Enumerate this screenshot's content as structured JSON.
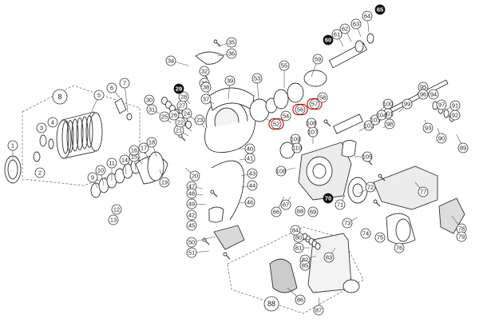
{
  "diagram": {
    "part_labels": [
      {
        "n": "1"
      },
      {
        "n": "2"
      },
      {
        "n": "3"
      },
      {
        "n": "4"
      },
      {
        "n": "5"
      },
      {
        "n": "6"
      },
      {
        "n": "7"
      },
      {
        "n": "8"
      },
      {
        "n": "9"
      },
      {
        "n": "10"
      },
      {
        "n": "11"
      },
      {
        "n": "12"
      },
      {
        "n": "13"
      },
      {
        "n": "14"
      },
      {
        "n": "15"
      },
      {
        "n": "16"
      },
      {
        "n": "17"
      },
      {
        "n": "18"
      },
      {
        "n": "19"
      },
      {
        "n": "20"
      },
      {
        "n": "21"
      },
      {
        "n": "22"
      },
      {
        "n": "23"
      },
      {
        "n": "24"
      },
      {
        "n": "25"
      },
      {
        "n": "26"
      },
      {
        "n": "27"
      },
      {
        "n": "28"
      },
      {
        "n": "29"
      },
      {
        "n": "30"
      },
      {
        "n": "31"
      },
      {
        "n": "32"
      },
      {
        "n": "33"
      },
      {
        "n": "34"
      },
      {
        "n": "35"
      },
      {
        "n": "36"
      },
      {
        "n": "37"
      },
      {
        "n": "38"
      },
      {
        "n": "39"
      },
      {
        "n": "40"
      },
      {
        "n": "41"
      },
      {
        "n": "42"
      },
      {
        "n": "43"
      },
      {
        "n": "44"
      },
      {
        "n": "45"
      },
      {
        "n": "46"
      },
      {
        "n": "47"
      },
      {
        "n": "48"
      },
      {
        "n": "49"
      },
      {
        "n": "50"
      },
      {
        "n": "51"
      },
      {
        "n": "52"
      },
      {
        "n": "53"
      },
      {
        "n": "54"
      },
      {
        "n": "55"
      },
      {
        "n": "56"
      },
      {
        "n": "57"
      },
      {
        "n": "58"
      },
      {
        "n": "59"
      },
      {
        "n": "60"
      },
      {
        "n": "61"
      },
      {
        "n": "62"
      },
      {
        "n": "63"
      },
      {
        "n": "64"
      },
      {
        "n": "65"
      },
      {
        "n": "66"
      },
      {
        "n": "67"
      },
      {
        "n": "68"
      },
      {
        "n": "69"
      },
      {
        "n": "70"
      },
      {
        "n": "71"
      },
      {
        "n": "72"
      },
      {
        "n": "73"
      },
      {
        "n": "74"
      },
      {
        "n": "75"
      },
      {
        "n": "76"
      },
      {
        "n": "77"
      },
      {
        "n": "78"
      },
      {
        "n": "79"
      },
      {
        "n": "80"
      },
      {
        "n": "81"
      },
      {
        "n": "82"
      },
      {
        "n": "83"
      },
      {
        "n": "84"
      },
      {
        "n": "85"
      },
      {
        "n": "86"
      },
      {
        "n": "87"
      },
      {
        "n": "88"
      },
      {
        "n": "89"
      },
      {
        "n": "90"
      },
      {
        "n": "91"
      },
      {
        "n": "92"
      },
      {
        "n": "93"
      },
      {
        "n": "94"
      },
      {
        "n": "95"
      },
      {
        "n": "96"
      },
      {
        "n": "97"
      },
      {
        "n": "98"
      },
      {
        "n": "99"
      },
      {
        "n": "100"
      },
      {
        "n": "101"
      },
      {
        "n": "102"
      },
      {
        "n": "103"
      },
      {
        "n": "104"
      },
      {
        "n": "105"
      },
      {
        "n": "106"
      },
      {
        "n": "107"
      },
      {
        "n": "108"
      },
      {
        "n": "109"
      },
      {
        "n": "110"
      }
    ],
    "highlighted_labels": [
      "52",
      "56",
      "57"
    ],
    "filled_labels": [
      "29",
      "60",
      "65",
      "70"
    ],
    "group_labels": [
      "8",
      "88"
    ],
    "colors": {
      "line": "#333333",
      "label_border": "#333333",
      "highlight": "#d11111",
      "filled": "#111111",
      "group_border": "#777777"
    }
  }
}
